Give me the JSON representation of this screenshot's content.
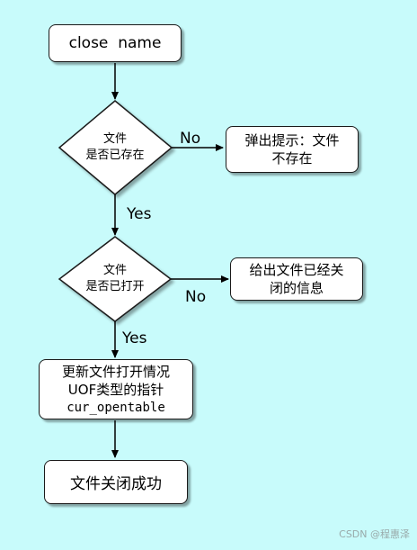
{
  "nodes": {
    "start": "close  name",
    "check_exists_l1": "文件",
    "check_exists_l2": "是否已存在",
    "prompt_l1": "弹出提示：文件",
    "prompt_l2": "不存在",
    "check_open_l1": "文件",
    "check_open_l2": "是否已打开",
    "closed_l1": "给出文件已经关",
    "closed_l2": "闭的信息",
    "update_l1": "更新文件打开情况",
    "update_l2": "UOF类型的指针",
    "update_l3": "cur_opentable",
    "success": "文件关闭成功"
  },
  "edges": {
    "no1": "No",
    "yes1": "Yes",
    "no2": "No",
    "yes2": "Yes"
  },
  "watermark": "CSDN @程惠泽",
  "colors": {
    "background": "#c8fbfb",
    "node_fill": "#ffffff",
    "stroke": "#1a1a1a"
  }
}
